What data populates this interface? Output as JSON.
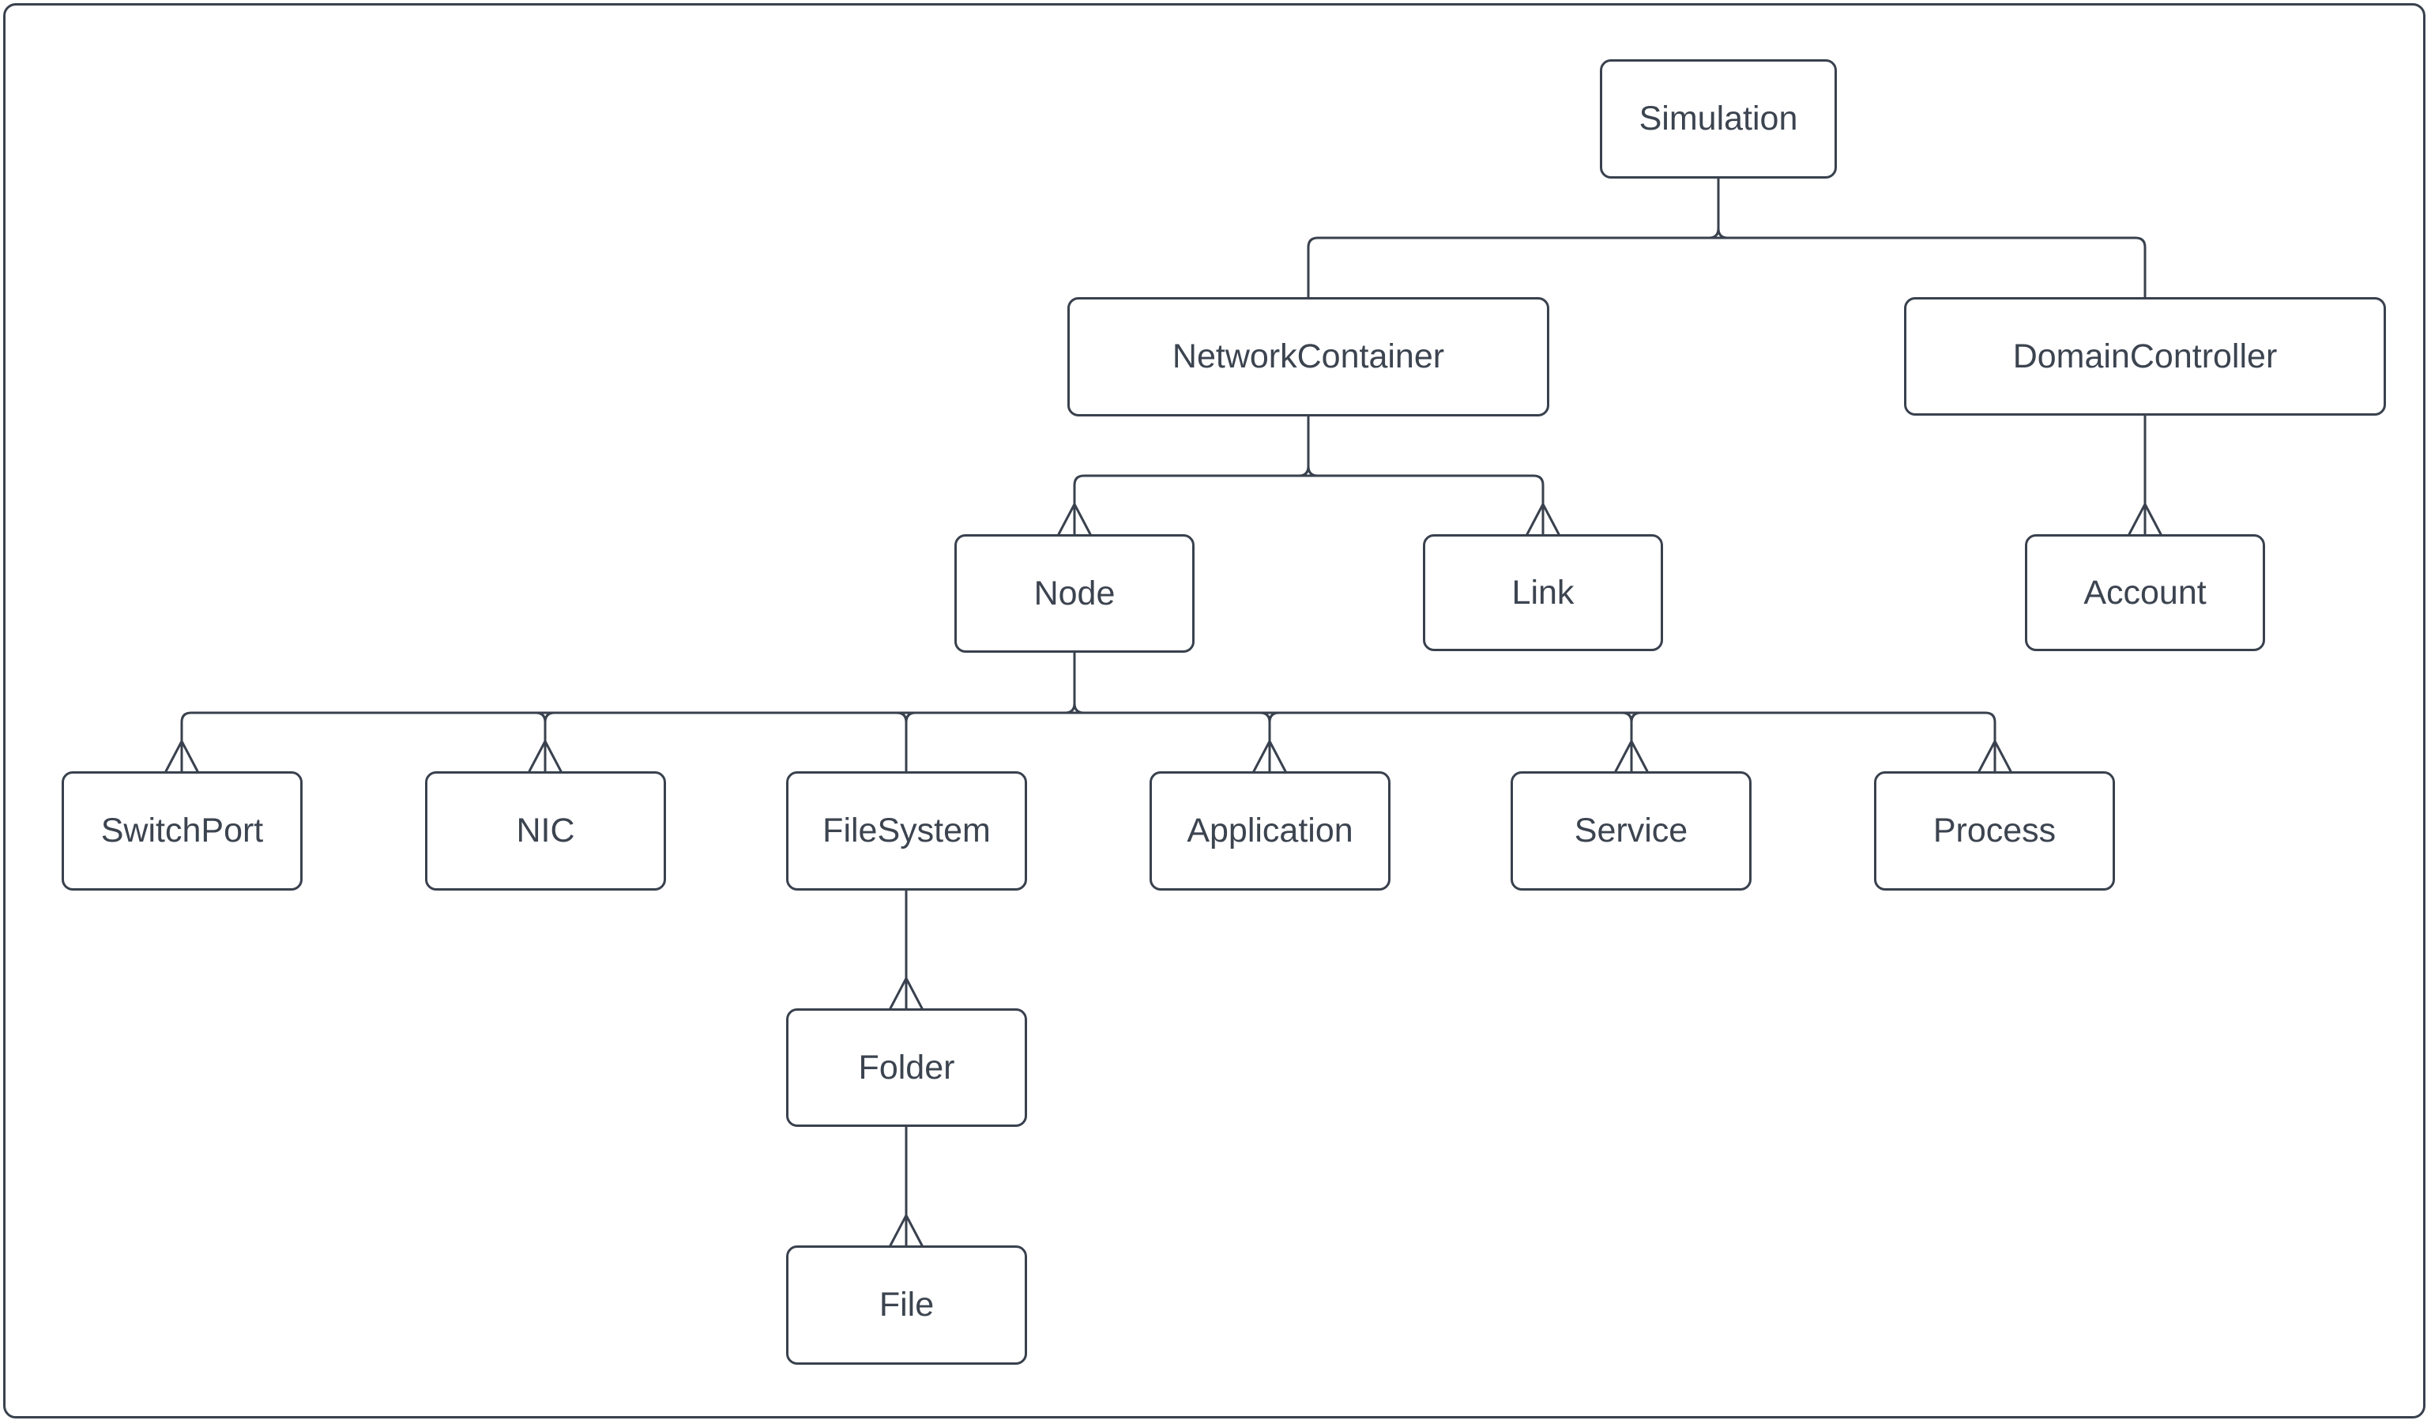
{
  "canvas": {
    "background_color": "#ffffff",
    "line_color": "#39414e",
    "text_color": "#3c4450",
    "box_fill": "#ffffff"
  },
  "diagram": {
    "type": "hierarchy-tree",
    "arrowhead_style": "open-v-pointing-up-at-child-top",
    "nodes": [
      {
        "id": "simulation",
        "label": "Simulation"
      },
      {
        "id": "network-container",
        "label": "NetworkContainer"
      },
      {
        "id": "domain-controller",
        "label": "DomainController"
      },
      {
        "id": "node",
        "label": "Node"
      },
      {
        "id": "link",
        "label": "Link"
      },
      {
        "id": "account",
        "label": "Account"
      },
      {
        "id": "switch-port",
        "label": "SwitchPort"
      },
      {
        "id": "nic",
        "label": "NIC"
      },
      {
        "id": "file-system",
        "label": "FileSystem"
      },
      {
        "id": "application",
        "label": "Application"
      },
      {
        "id": "service",
        "label": "Service"
      },
      {
        "id": "process",
        "label": "Process"
      },
      {
        "id": "folder",
        "label": "Folder"
      },
      {
        "id": "file",
        "label": "File"
      }
    ],
    "edges": [
      {
        "from": "simulation",
        "to": "network-container",
        "arrowhead": "none"
      },
      {
        "from": "simulation",
        "to": "domain-controller",
        "arrowhead": "none"
      },
      {
        "from": "network-container",
        "to": "node",
        "arrowhead": "open"
      },
      {
        "from": "network-container",
        "to": "link",
        "arrowhead": "open"
      },
      {
        "from": "domain-controller",
        "to": "account",
        "arrowhead": "open"
      },
      {
        "from": "node",
        "to": "switch-port",
        "arrowhead": "open"
      },
      {
        "from": "node",
        "to": "nic",
        "arrowhead": "open"
      },
      {
        "from": "node",
        "to": "file-system",
        "arrowhead": "none"
      },
      {
        "from": "node",
        "to": "application",
        "arrowhead": "open"
      },
      {
        "from": "node",
        "to": "service",
        "arrowhead": "open"
      },
      {
        "from": "node",
        "to": "process",
        "arrowhead": "open"
      },
      {
        "from": "file-system",
        "to": "folder",
        "arrowhead": "open"
      },
      {
        "from": "folder",
        "to": "file",
        "arrowhead": "open"
      }
    ]
  }
}
